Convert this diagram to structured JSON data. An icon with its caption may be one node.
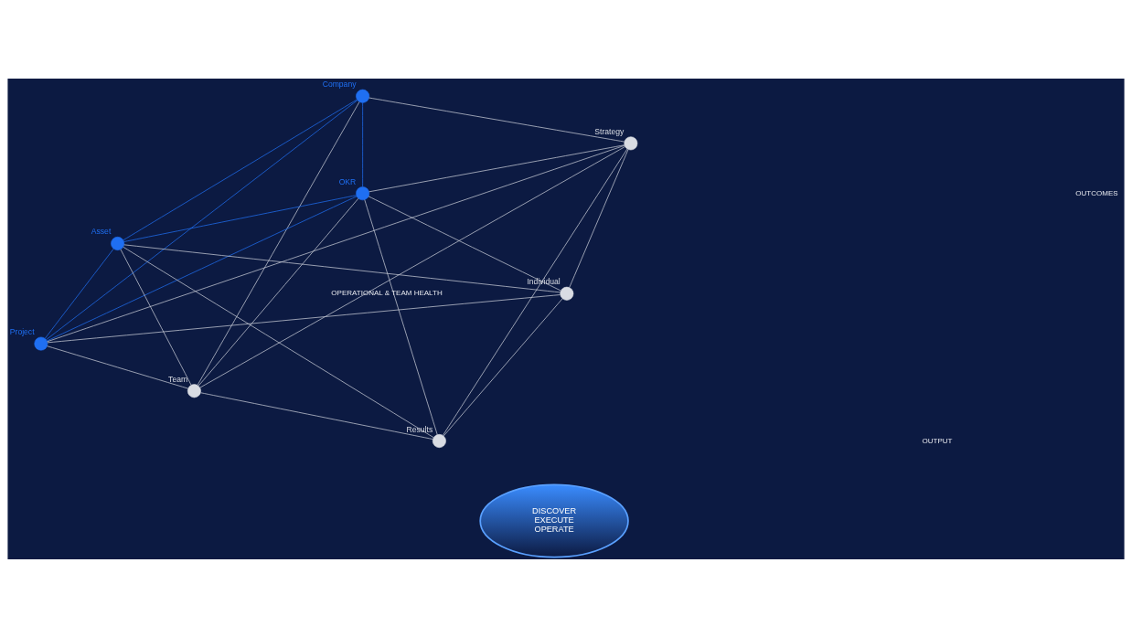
{
  "diagram": {
    "nodes": [
      {
        "text": [],
        "shape": "circle",
        "beside": [
          "Company"
        ]
      },
      {
        "text": [],
        "shape": "circle",
        "beside": [
          "Strategy"
        ]
      },
      {
        "text": [],
        "shape": "circle",
        "beside": [
          "OKR"
        ]
      },
      {
        "text": [],
        "shape": "circle",
        "beside": [
          "Asset"
        ]
      },
      {
        "text": [],
        "shape": "circle",
        "beside": [
          "Results"
        ]
      },
      {
        "text": [],
        "shape": "circle",
        "beside": [
          "Individual"
        ]
      },
      {
        "text": [],
        "shape": "circle",
        "beside": [
          "Team"
        ]
      },
      {
        "text": [],
        "shape": "circle",
        "beside": [
          "Project"
        ]
      },
      {
        "text": [
          "DISCOVER",
          "EXECUTE",
          "OPERATE"
        ]
      }
    ],
    "edges": [
      {
        "from": 0,
        "to": 2,
        "arrow": "none",
        "color": "#1f6ff2"
      },
      {
        "from": 0,
        "to": 7,
        "arrow": "none",
        "color": "#1f6ff2"
      },
      {
        "from": 0,
        "to": 3,
        "arrow": "none",
        "color": "#1f6ff2"
      },
      {
        "from": 0,
        "to": 6,
        "arrow": "none"
      },
      {
        "from": 0,
        "to": 1,
        "arrow": "none"
      },
      {
        "from": 1,
        "to": 2,
        "arrow": "none"
      },
      {
        "from": 1,
        "to": 5,
        "arrow": "none"
      },
      {
        "from": 1,
        "to": 7,
        "arrow": "none"
      },
      {
        "from": 1,
        "to": 6,
        "arrow": "none"
      },
      {
        "from": 1,
        "to": 4,
        "arrow": "none"
      },
      {
        "from": 2,
        "to": 3,
        "arrow": "none",
        "color": "#1f6ff2"
      },
      {
        "from": 2,
        "to": 7,
        "arrow": "none",
        "color": "#1f6ff2"
      },
      {
        "from": 2,
        "to": 5,
        "arrow": "none"
      },
      {
        "from": 2,
        "to": 4,
        "arrow": "none"
      },
      {
        "from": 2,
        "to": 6,
        "arrow": "none"
      },
      {
        "from": 3,
        "to": 5,
        "arrow": "none"
      },
      {
        "from": 3,
        "to": 7,
        "arrow": "none",
        "color": "#1f6ff2"
      },
      {
        "from": 3,
        "to": 4,
        "arrow": "none"
      },
      {
        "from": 3,
        "to": 6,
        "arrow": "none"
      },
      {
        "from": 5,
        "to": 4,
        "arrow": "none"
      },
      {
        "from": 5,
        "to": 7,
        "arrow": "none"
      },
      {
        "from": 7,
        "to": 6,
        "arrow": "none"
      },
      {
        "from": 6,
        "to": 4,
        "arrow": "none"
      }
    ],
    "labels": [
      "OUTCOMES",
      "OUTPUT",
      "OPERATIONAL & TEAM HEALTH"
    ]
  }
}
